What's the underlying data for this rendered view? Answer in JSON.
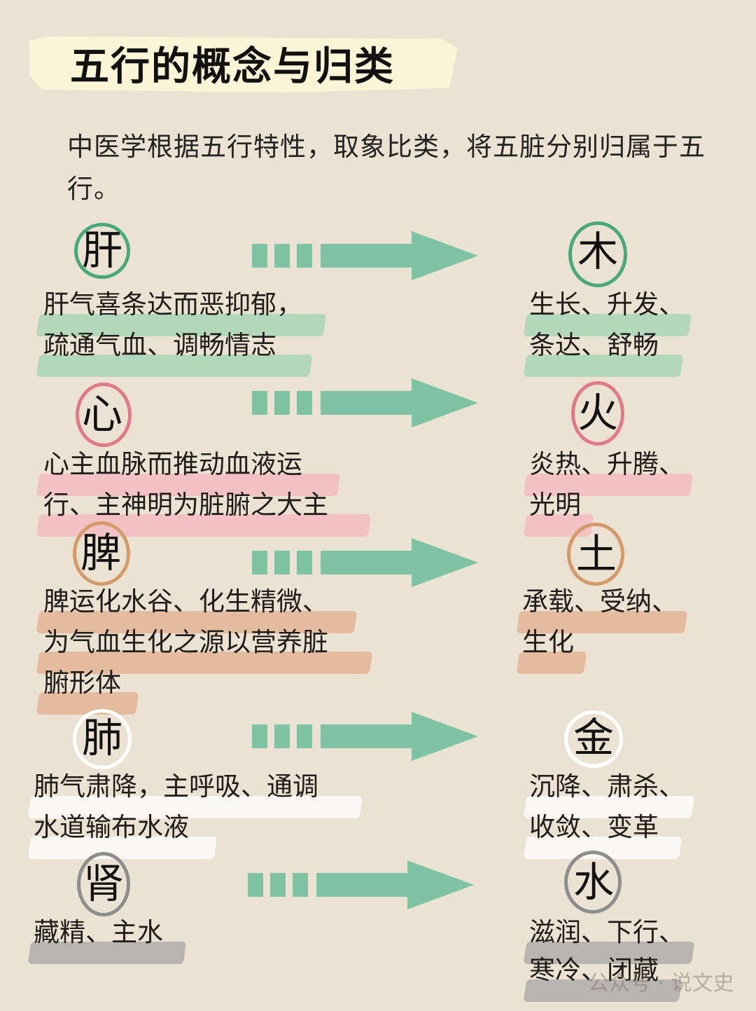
{
  "title": "五行的概念与归类",
  "intro": "中医学根据五行特性，取象比类，将五脏分别归属于五行。",
  "colors": {
    "background": "#ebe2d3",
    "arrow": "#7ec4a4",
    "wood": "#4aa97c",
    "fire": "#e07a87",
    "earth": "#d49a6a",
    "metal": "#ffffff",
    "water": "#8d8d8d"
  },
  "rows": [
    {
      "organ": "肝",
      "organ_desc": [
        "肝气喜条达而恶抑郁，",
        "疏通气血、调畅情志"
      ],
      "element": "木",
      "element_desc": [
        "生长、升发、",
        "条达、舒畅"
      ]
    },
    {
      "organ": "心",
      "organ_desc": [
        "心主血脉而推动血液运",
        "行、主神明为脏腑之大主"
      ],
      "element": "火",
      "element_desc": [
        "炎热、升腾、",
        "光明"
      ]
    },
    {
      "organ": "脾",
      "organ_desc": [
        "脾运化水谷、化生精微、",
        "为气血生化之源以营养脏",
        "腑形体"
      ],
      "element": "土",
      "element_desc": [
        "承载、受纳、",
        "生化"
      ]
    },
    {
      "organ": "肺",
      "organ_desc": [
        "肺气肃降，主呼吸、通调",
        "水道输布水液"
      ],
      "element": "金",
      "element_desc": [
        "沉降、肃杀、",
        "收敛、变革"
      ]
    },
    {
      "organ": "肾",
      "organ_desc": [
        "藏精、主水"
      ],
      "element": "水",
      "element_desc": [
        "滋润、下行、",
        "寒冷、闭藏"
      ]
    }
  ],
  "watermark": "公众号 · 说文史"
}
